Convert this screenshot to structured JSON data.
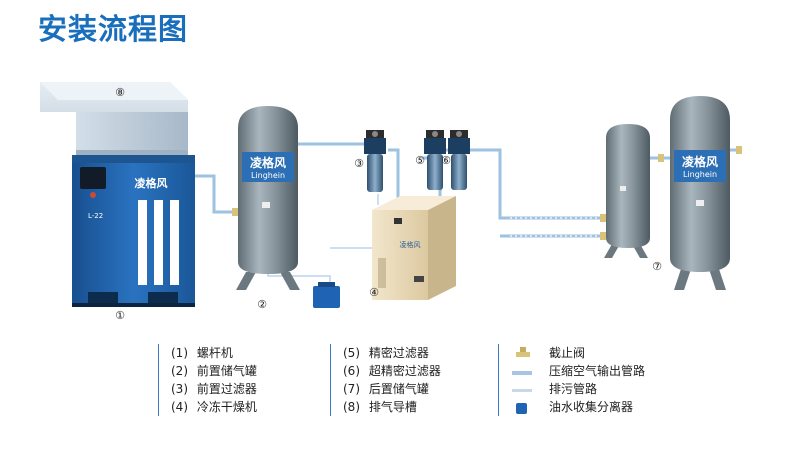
{
  "title": "安装流程图",
  "brand": {
    "cn_text": "凌格风",
    "en_text": "Linghein",
    "model": "L-22",
    "dryer_badge": "凌格风",
    "dryer_tag": "■■ ■■"
  },
  "callouts": {
    "c1": "①",
    "c2": "②",
    "c3": "③",
    "c4": "④",
    "c5": "⑤",
    "c6": "⑥",
    "c7": "⑦",
    "c8": "⑧"
  },
  "legend_left": [
    {
      "num": "(1)",
      "label": "螺杆机"
    },
    {
      "num": "(2)",
      "label": "前置储气罐"
    },
    {
      "num": "(3)",
      "label": "前置过滤器"
    },
    {
      "num": "(4)",
      "label": "冷冻干燥机"
    }
  ],
  "legend_mid": [
    {
      "num": "(5)",
      "label": "精密过滤器"
    },
    {
      "num": "(6)",
      "label": "超精密过滤器"
    },
    {
      "num": "(7)",
      "label": "后置储气罐"
    },
    {
      "num": "(8)",
      "label": "排气导槽"
    }
  ],
  "legend_right": [
    {
      "icon": "valve-icon",
      "label": "截止阀"
    },
    {
      "icon": "air-pipe-icon",
      "label": "压缩空气输出管路"
    },
    {
      "icon": "drain-pipe-icon",
      "label": "排污管路"
    },
    {
      "icon": "separator-icon",
      "label": "油水收集分离器"
    }
  ],
  "colors": {
    "title": "#1a6fbd",
    "pipe": "#9ec2e2",
    "tank": "#7d8b94",
    "compressor": "#1f5fa8",
    "dryer": "#e9d9b6",
    "legend_rule": "#3b78c4"
  }
}
